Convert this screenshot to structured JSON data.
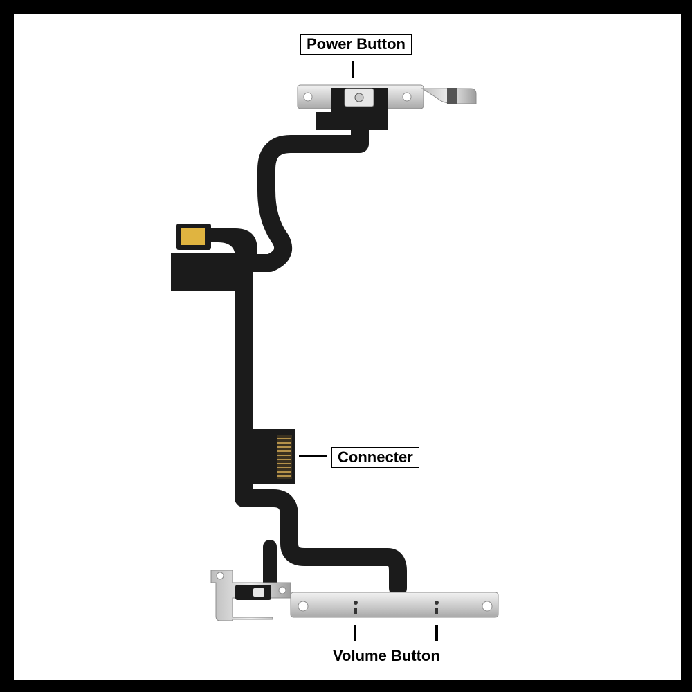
{
  "labels": {
    "power": "Power Button",
    "connector": "Connecter",
    "volume": "Volume Button"
  },
  "colors": {
    "background": "#000000",
    "panel": "#ffffff",
    "flex_cable": "#1b1b1b",
    "metal_bracket": "#d7d7d7",
    "contact_pad": "#e0b440",
    "label_text": "#000000"
  }
}
